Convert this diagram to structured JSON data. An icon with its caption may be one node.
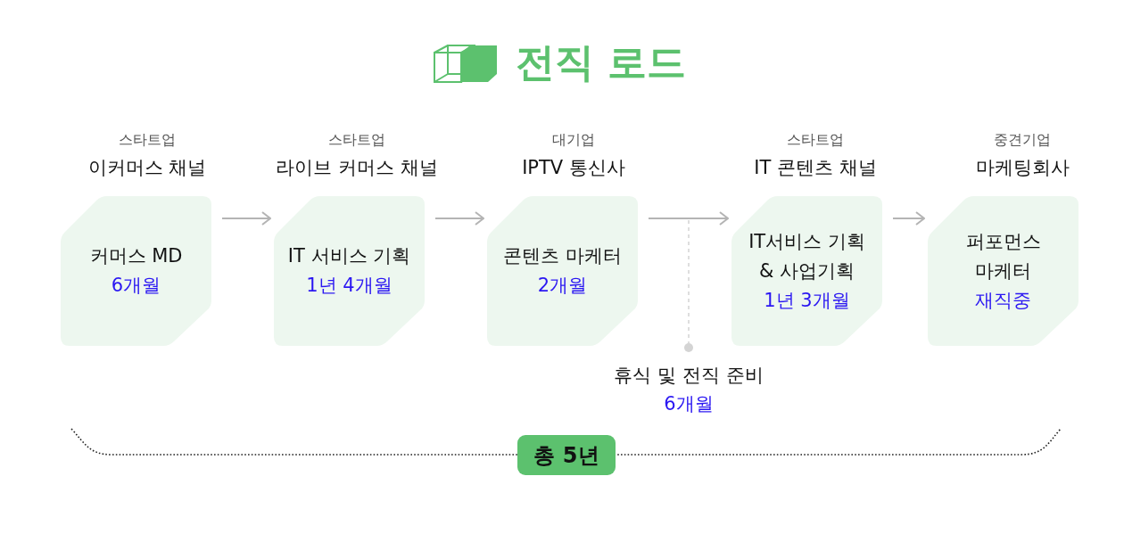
{
  "diagram": {
    "title": "전직 로드",
    "nodes": [
      {
        "text": [
          "커머스 MD",
          "6개월"
        ],
        "beside": [
          "스타트업",
          "이커머스 채널"
        ]
      },
      {
        "text": [
          "IT 서비스 기획",
          "1년 4개월"
        ],
        "beside": [
          "스타트업",
          "라이브 커머스 채널"
        ]
      },
      {
        "text": [
          "콘텐츠 마케터",
          "2개월"
        ],
        "beside": [
          "대기업",
          "IPTV 통신사"
        ]
      },
      {
        "text": [
          "IT서비스 기획 & 사업기획",
          "1년 3개월"
        ],
        "beside": [
          "스타트업",
          "IT 콘텐츠 채널"
        ]
      },
      {
        "text": [
          "퍼포먼스 마케터",
          "재직중"
        ],
        "beside": [
          "중견기업",
          "마케팅회사"
        ]
      },
      {
        "text": [
          "휴식 및 전직 준비",
          "6개월"
        ]
      },
      {
        "text": [
          "총 5년"
        ]
      }
    ],
    "edges": [
      {
        "from": 0,
        "to": 1,
        "arrow": "to"
      },
      {
        "from": 1,
        "to": 2,
        "arrow": "to"
      },
      {
        "from": 2,
        "to": 3,
        "arrow": "to"
      },
      {
        "from": 3,
        "to": 4,
        "arrow": "to"
      },
      {
        "from": null,
        "to": 5,
        "arrow": "other",
        "style": "dashed",
        "color": "#d4d4d4"
      }
    ]
  }
}
